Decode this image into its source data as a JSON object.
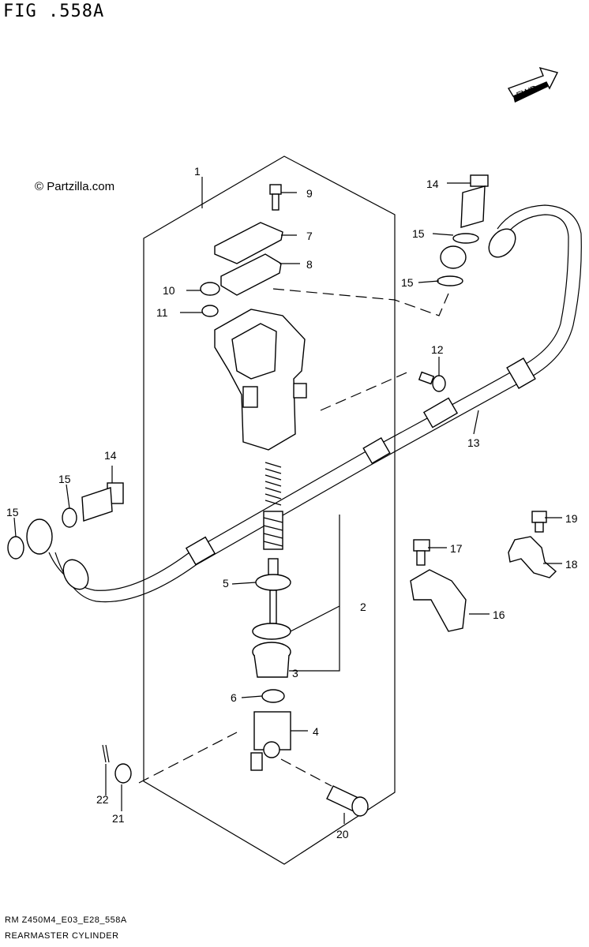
{
  "figure": {
    "title": "FIG .558A",
    "watermark": "© Partzilla.com",
    "fwd_label": "FWD",
    "footer_code": "RM Z450M4_E03_E28_558A",
    "footer_name": "REARMASTER CYLINDER"
  },
  "callouts": [
    "1",
    "2",
    "3",
    "4",
    "5",
    "6",
    "7",
    "8",
    "9",
    "10",
    "11",
    "12",
    "13",
    "14",
    "15",
    "15",
    "16",
    "17",
    "18",
    "19",
    "20",
    "21",
    "22",
    "14",
    "15",
    "15"
  ]
}
